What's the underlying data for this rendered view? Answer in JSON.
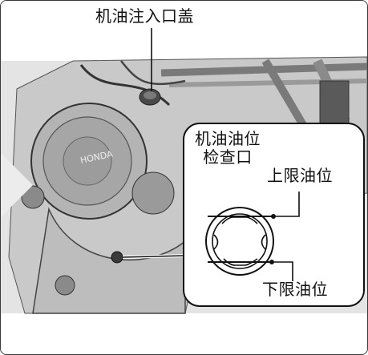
{
  "labels": {
    "filler_cap": "机油注入口盖",
    "inspection_window_line1": "机油油位",
    "inspection_window_line2": "检查口",
    "upper_level": "上限油位",
    "lower_level": "下限油位"
  },
  "brand_mark": "HONDA",
  "colors": {
    "frame_border": "#3a3a3a",
    "engine_fill": "#b8b8b8",
    "engine_dark": "#6a6a6a",
    "callout_bg": "#ffffff"
  }
}
